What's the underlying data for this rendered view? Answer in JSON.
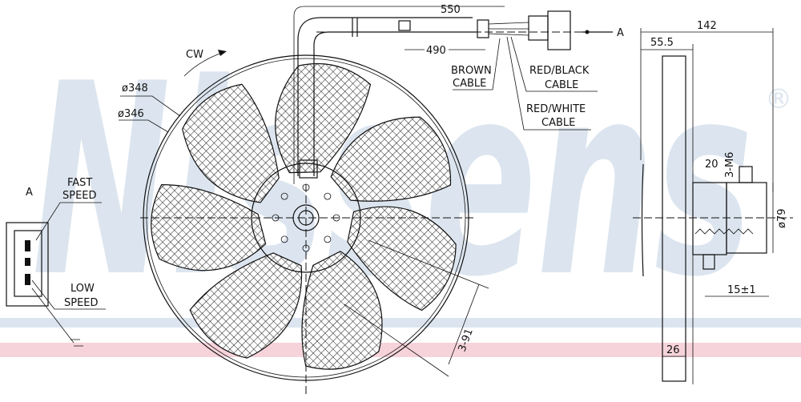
{
  "watermark": {
    "logo_text": "Nissens",
    "registered": "®",
    "color": "#dce5ef",
    "band_color": "#f6d3da"
  },
  "cable": {
    "length_total": "550",
    "length_partial": "490",
    "view_marker": "A"
  },
  "labels": {
    "rotation": "CW",
    "outer_diameter": "ø348",
    "blade_diameter": "ø346",
    "brown_cable": [
      "BROWN",
      "CABLE"
    ],
    "red_black_cable": [
      "RED/BLACK",
      "CABLE"
    ],
    "red_white_cable": [
      "RED/WHITE",
      "CABLE"
    ],
    "connector_view": "A",
    "fast_speed": [
      "FAST",
      "SPEED"
    ],
    "low_speed": [
      "LOW",
      "SPEED"
    ],
    "mount_holes": "3-91"
  },
  "side_view": {
    "depth_total": "142",
    "depth_partial": "55.5",
    "boss": "20",
    "thread": "3-M6",
    "motor_diameter": "ø79",
    "shaft": "15±1",
    "blade_width": "26"
  }
}
